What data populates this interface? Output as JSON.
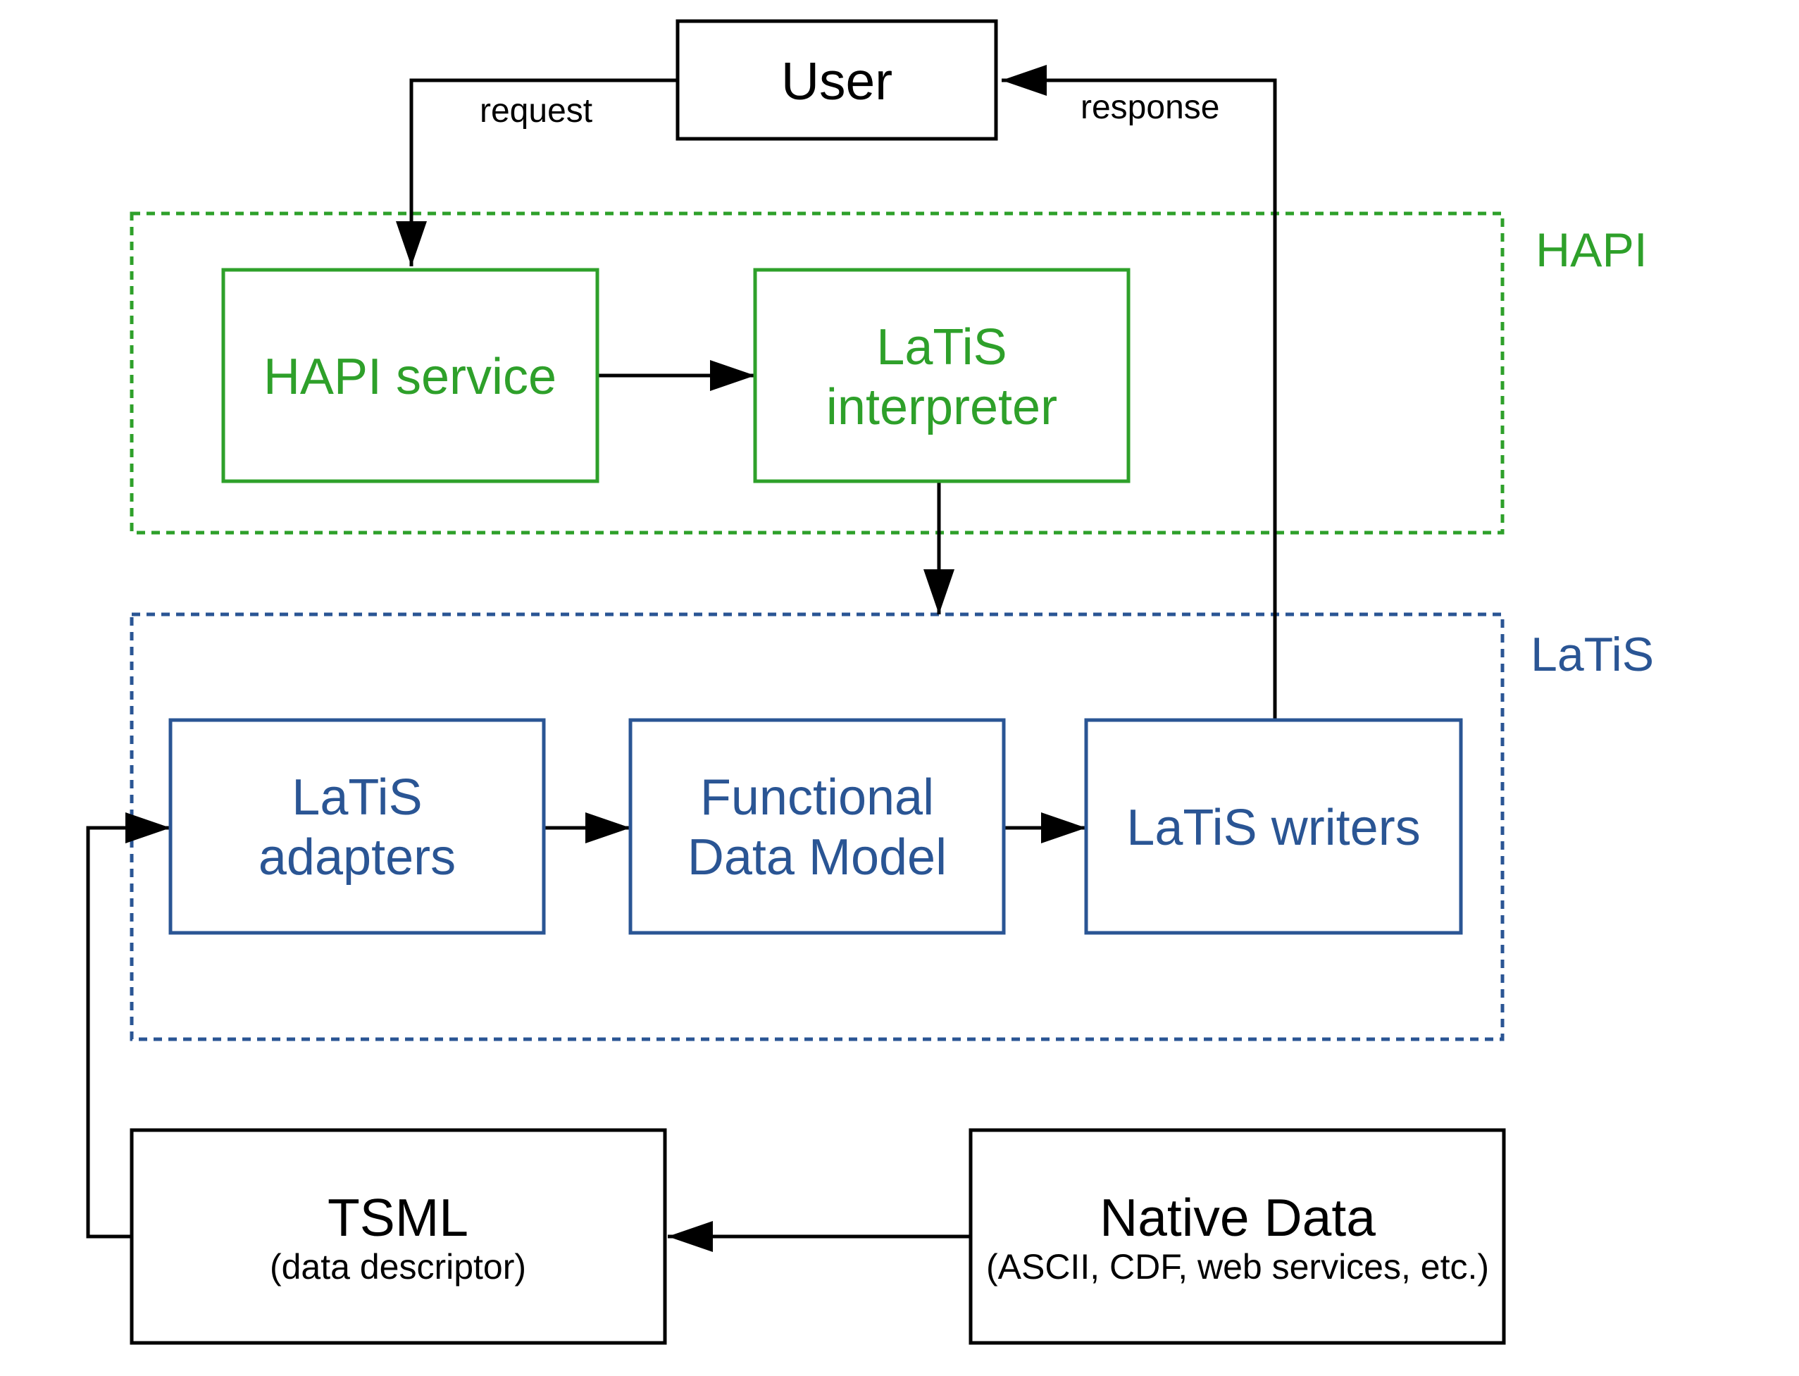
{
  "colors": {
    "hapi": "#2ea02a",
    "latis": "#2a5594",
    "neutral": "#000000",
    "background": "#ffffff"
  },
  "groups": {
    "hapi": "HAPI",
    "latis": "LaTiS"
  },
  "nodes": {
    "user": {
      "label": "User"
    },
    "hapi_service": {
      "label": "HAPI service"
    },
    "latis_interpreter": {
      "line1": "LaTiS",
      "line2": "interpreter"
    },
    "latis_adapters": {
      "line1": "LaTiS",
      "line2": "adapters"
    },
    "functional_data_model": {
      "line1": "Functional",
      "line2": "Data Model"
    },
    "latis_writers": {
      "label": "LaTiS writers"
    },
    "tsml": {
      "label": "TSML",
      "sublabel": "(data descriptor)"
    },
    "native_data": {
      "label": "Native Data",
      "sublabel": "(ASCII, CDF, web services, etc.)"
    }
  },
  "edges": {
    "request": "request",
    "response": "response"
  },
  "icons": {
    "arrowhead": "arrowhead-icon"
  }
}
